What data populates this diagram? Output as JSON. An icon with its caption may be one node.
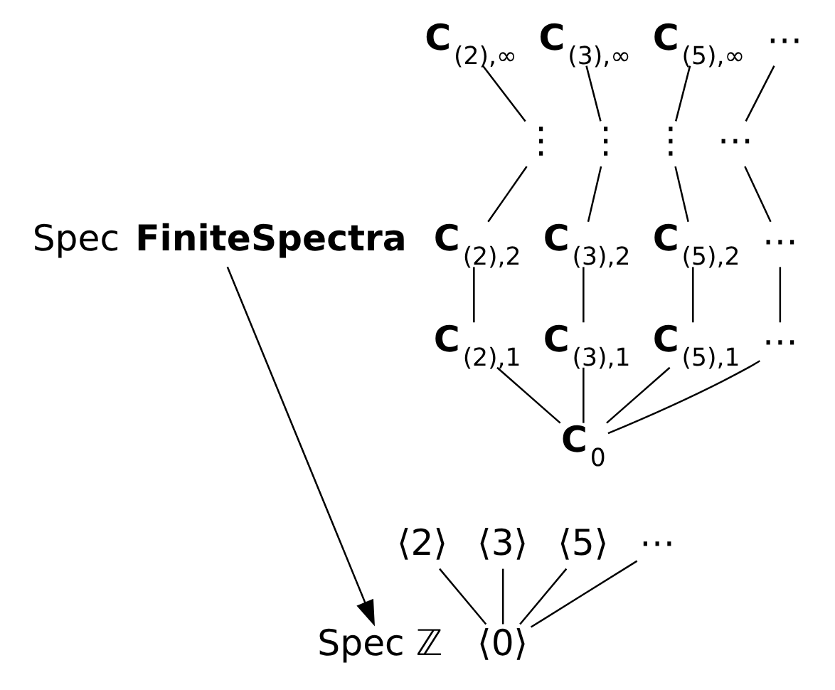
{
  "diagram": {
    "nodes": [
      {
        "text": [
          "**C**$_{(2),∞}$"
        ]
      },
      {
        "text": [
          "**C**$_{(3),∞}$"
        ]
      },
      {
        "text": [
          "**C**$_{(5),∞}$"
        ]
      },
      {
        "text": [
          "⋯"
        ]
      },
      {
        "text": [
          "⋮"
        ]
      },
      {
        "text": [
          "⋮"
        ]
      },
      {
        "text": [
          "⋮"
        ]
      },
      {
        "text": [
          "⋯"
        ]
      },
      {
        "text": [
          "Spec **FiniteSpectra**"
        ]
      },
      {
        "text": [
          "**C**$_{(2),2}$"
        ]
      },
      {
        "text": [
          "**C**$_{(3),2}$"
        ]
      },
      {
        "text": [
          "**C**$_{(5),2}$"
        ]
      },
      {
        "text": [
          "⋯"
        ]
      },
      {
        "text": [
          "**C**$_{(2),1}$"
        ]
      },
      {
        "text": [
          "**C**$_{(3),1}$"
        ]
      },
      {
        "text": [
          "**C**$_{(5),1}$"
        ]
      },
      {
        "text": [
          "⋯"
        ]
      },
      {
        "text": [
          "**C**$_{0}$"
        ]
      },
      {
        "text": [
          "⟨2⟩"
        ]
      },
      {
        "text": [
          "⟨3⟩"
        ]
      },
      {
        "text": [
          "⟨5⟩"
        ]
      },
      {
        "text": [
          "⋯"
        ]
      },
      {
        "text": [
          "Spec ℤ"
        ]
      },
      {
        "text": [
          "⟨0⟩"
        ]
      }
    ],
    "edges": [
      {
        "from": 0,
        "to": 4,
        "arrow": "none"
      },
      {
        "from": 1,
        "to": 5,
        "arrow": "none"
      },
      {
        "from": 2,
        "to": 6,
        "arrow": "none"
      },
      {
        "from": 3,
        "to": 7,
        "arrow": "none"
      },
      {
        "from": 4,
        "to": 9,
        "arrow": "none"
      },
      {
        "from": 5,
        "to": 10,
        "arrow": "none"
      },
      {
        "from": 6,
        "to": 11,
        "arrow": "none"
      },
      {
        "from": 7,
        "to": 12,
        "arrow": "none"
      },
      {
        "from": 9,
        "to": 13,
        "arrow": "none"
      },
      {
        "from": 10,
        "to": 14,
        "arrow": "none"
      },
      {
        "from": 11,
        "to": 15,
        "arrow": "none"
      },
      {
        "from": 12,
        "to": 16,
        "arrow": "none"
      },
      {
        "from": 13,
        "to": 17,
        "arrow": "none"
      },
      {
        "from": 14,
        "to": 17,
        "arrow": "none"
      },
      {
        "from": 15,
        "to": 17,
        "arrow": "none"
      },
      {
        "from": 16,
        "to": 17,
        "arrow": "none"
      },
      {
        "from": 18,
        "to": 23,
        "arrow": "none"
      },
      {
        "from": 19,
        "to": 23,
        "arrow": "none"
      },
      {
        "from": 20,
        "to": 23,
        "arrow": "none"
      },
      {
        "from": 21,
        "to": 23,
        "arrow": "none"
      },
      {
        "from": 8,
        "to": 22,
        "arrow": "to"
      }
    ]
  }
}
